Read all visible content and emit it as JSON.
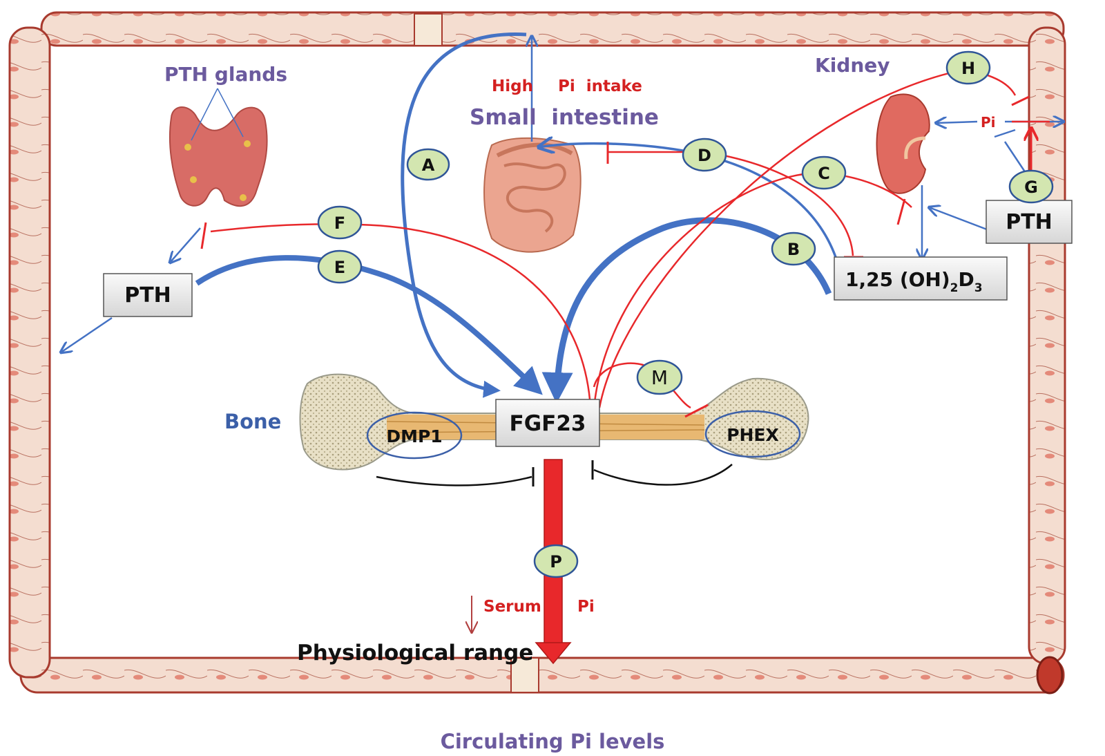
{
  "labels": {
    "pth_glands": "PTH glands",
    "kidney": "Kidney",
    "high": "High",
    "pi_intake": "Pi  intake",
    "small_intestine": "Small  intestine",
    "bone": "Bone",
    "pi_kidney": "Pi",
    "serum": "Serum",
    "serum_pi": "Pi",
    "physiological_range": "Physiological range",
    "circulating": "Circulating Pi levels"
  },
  "boxes": {
    "pth_left": "PTH",
    "pth_right": "PTH",
    "vitd_main": "1,25 (OH)",
    "vitd_sub2": "2",
    "vitd_d": "D",
    "vitd_sub3": "3",
    "fgf23": "FGF23",
    "dmp1": "DMP1",
    "phex": "PHEX"
  },
  "nodes": {
    "A": "A",
    "B": "B",
    "C": "C",
    "D": "D",
    "E": "E",
    "F": "F",
    "G": "G",
    "H": "H",
    "M": "M",
    "P": "P"
  },
  "colors": {
    "stimulate": "#4472C4",
    "inhibit": "#E8282B",
    "node_fill": "#D3E6B0",
    "node_stroke": "#2F5597",
    "organ_label": "#6B5A9E",
    "bone_label": "#3B5FA8",
    "red_text": "#D42020",
    "vessel_fill": "#F4DDD0",
    "vessel_stroke": "#A83A2E"
  }
}
